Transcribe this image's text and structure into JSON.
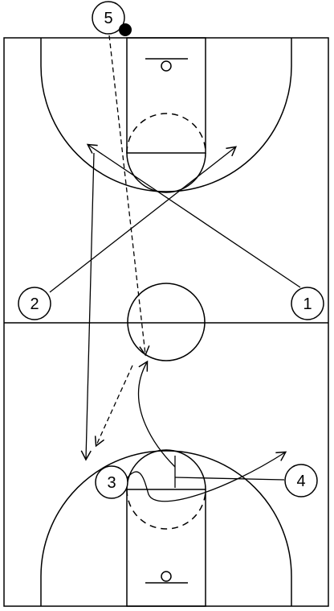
{
  "diagram": {
    "colors": {
      "line": "#000000",
      "background": "#ffffff",
      "ball": "#000000"
    },
    "players": [
      {
        "id": "p1",
        "label": "1"
      },
      {
        "id": "p2",
        "label": "2"
      },
      {
        "id": "p3",
        "label": "3"
      },
      {
        "id": "p4",
        "label": "4"
      },
      {
        "id": "p5",
        "label": "5"
      }
    ],
    "ball_holder": "5"
  }
}
